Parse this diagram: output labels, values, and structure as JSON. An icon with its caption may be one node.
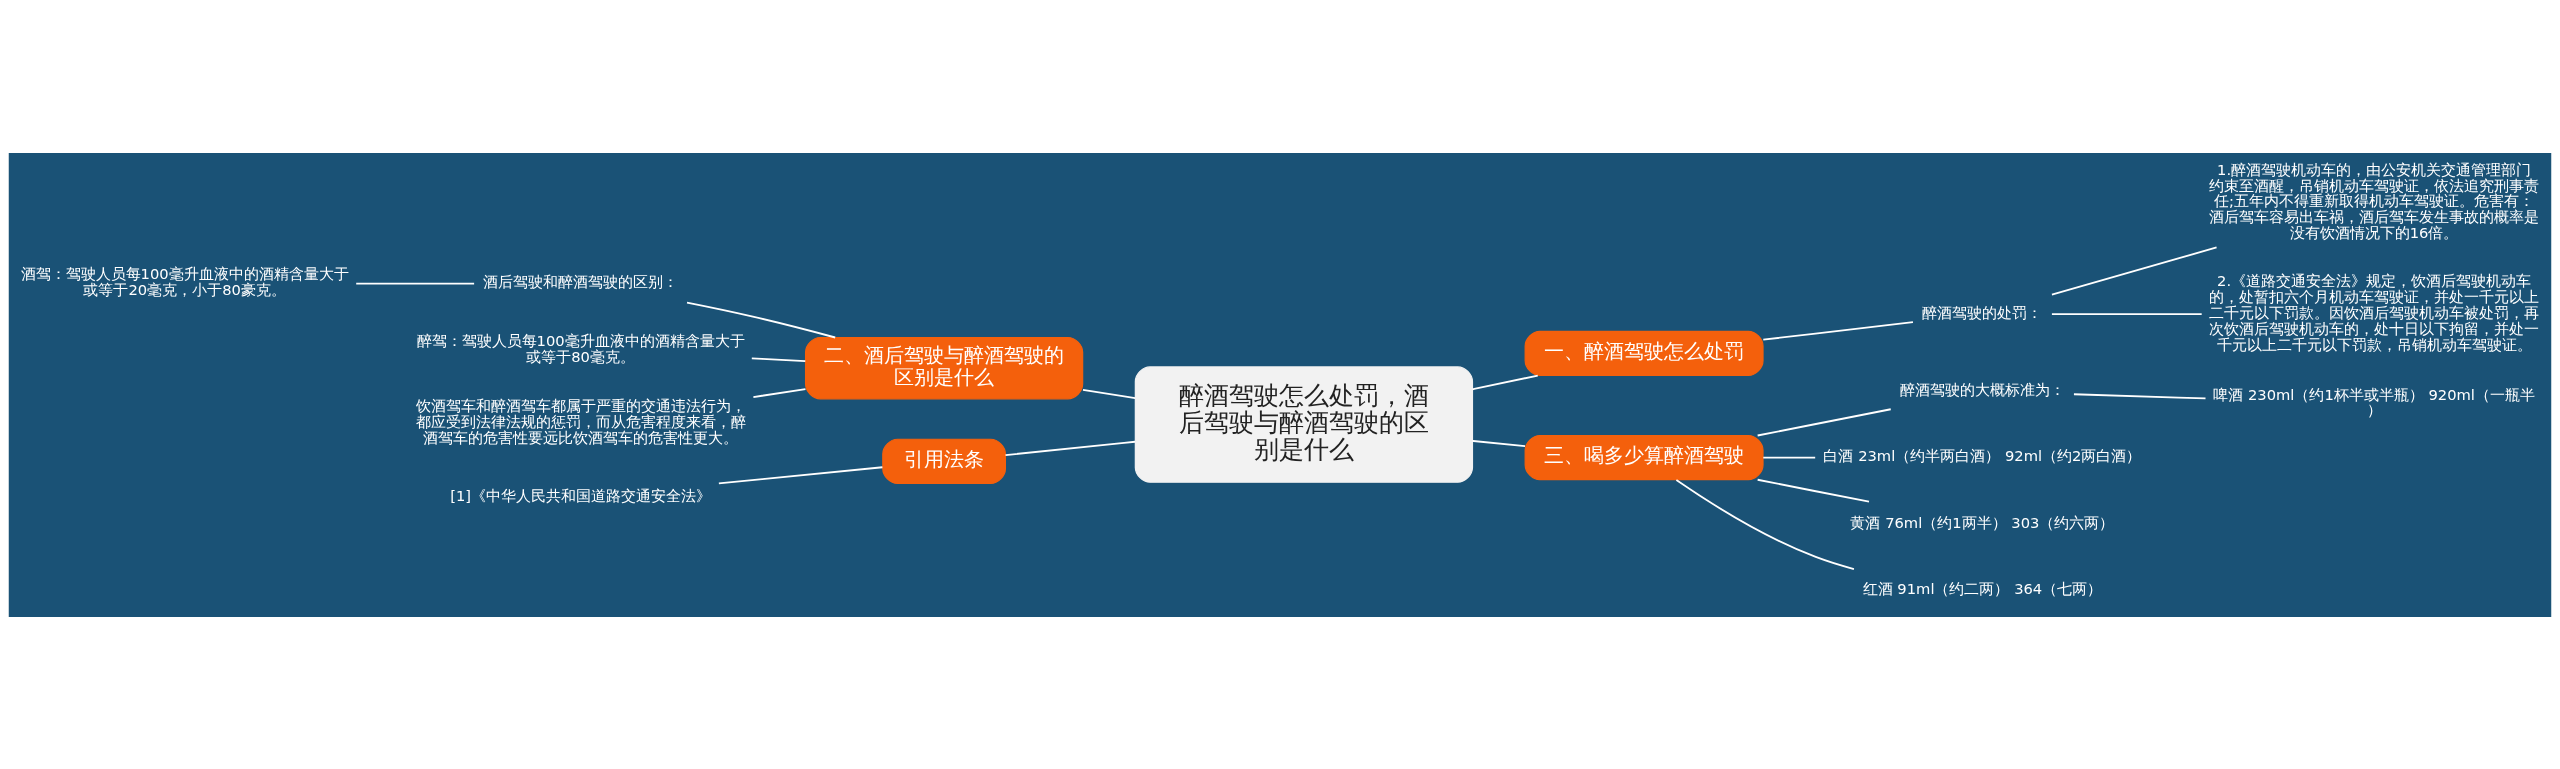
{
  "diagram": {
    "nodes": [
      {
        "text": [
          "醉酒驾驶怎么处罚，酒后驾驶与醉酒驾驶的区别是什么"
        ]
      },
      {
        "text": [
          "一、醉酒驾驶怎么处罚"
        ]
      },
      {
        "text": [
          "醉酒驾驶的处罚："
        ]
      },
      {
        "text": [
          "1.醉酒驾驶机动车的，由公安机关交通管理部门约束至酒醒，吊销机动车驾驶证，依法追究刑事责任;五年内不得重新取得机动车驾驶证。危害有：酒后驾车容易出车祸，酒后驾车发生事故的概率是没有饮酒情况下的16倍。"
        ]
      },
      {
        "text": [
          "2.《道路交通安全法》规定，饮酒后驾驶机动车的，处暂扣六个月机动车驾驶证，并处一千元以上二千元以下罚款。因饮酒后驾驶机动车被处罚，再次饮酒后驾驶机动车的，处十日以下拘留，并处一千元以上二千元以下罚款，吊销机动车驾驶证。"
        ]
      },
      {
        "text": [
          "二、酒后驾驶与醉酒驾驶的区别是什么"
        ]
      },
      {
        "text": [
          "酒后驾驶和醉酒驾驶的区别："
        ]
      },
      {
        "text": [
          "酒驾：驾驶人员每100毫升血液中的酒精含量大于或等于20毫克，小于80豪克。"
        ]
      },
      {
        "text": [
          "醉驾：驾驶人员每100毫升血液中的酒精含量大于或等于80毫克。"
        ]
      },
      {
        "text": [
          "饮酒驾车和醉酒驾车都属于严重的交通违法行为，都应受到法律法规的惩罚，而从危害程度来看，醉酒驾车的危害性要远比饮酒驾车的危害性更大。"
        ]
      },
      {
        "text": [
          "引用法条"
        ]
      },
      {
        "text": [
          "[1]《中华人民共和国道路交通安全法》"
        ]
      },
      {
        "text": [
          "三、喝多少算醉酒驾驶"
        ]
      },
      {
        "text": [
          "醉酒驾驶的大概标准为："
        ]
      },
      {
        "text": [
          "啤酒 230ml（约1杯半或半瓶） 920ml（一瓶半）"
        ]
      },
      {
        "text": [
          "白酒 23ml（约半两白酒） 92ml（约2两白酒）"
        ]
      },
      {
        "text": [
          "黄酒 76ml（约1两半） 303（约六两）"
        ]
      },
      {
        "text": [
          "红酒 91ml（约二两） 364（七两）"
        ]
      }
    ],
    "edges": [
      {
        "from": 0,
        "to": 1,
        "arrow": "none"
      },
      {
        "from": 1,
        "to": 2,
        "arrow": "none"
      },
      {
        "from": 2,
        "to": 3,
        "arrow": "none"
      },
      {
        "from": 2,
        "to": 4,
        "arrow": "none"
      },
      {
        "from": 0,
        "to": 5,
        "arrow": "none"
      },
      {
        "from": 5,
        "to": 6,
        "arrow": "none"
      },
      {
        "from": 6,
        "to": 7,
        "arrow": "none"
      },
      {
        "from": 5,
        "to": 8,
        "arrow": "none"
      },
      {
        "from": 5,
        "to": 9,
        "arrow": "none"
      },
      {
        "from": 0,
        "to": 10,
        "arrow": "none"
      },
      {
        "from": 10,
        "to": 11,
        "arrow": "none"
      },
      {
        "from": 0,
        "to": 12,
        "arrow": "none"
      },
      {
        "from": 12,
        "to": 13,
        "arrow": "none"
      },
      {
        "from": 13,
        "to": 14,
        "arrow": "none"
      },
      {
        "from": 12,
        "to": 15,
        "arrow": "none"
      },
      {
        "from": 12,
        "to": 16,
        "arrow": "none"
      },
      {
        "from": 12,
        "to": 17,
        "arrow": "none"
      }
    ]
  }
}
